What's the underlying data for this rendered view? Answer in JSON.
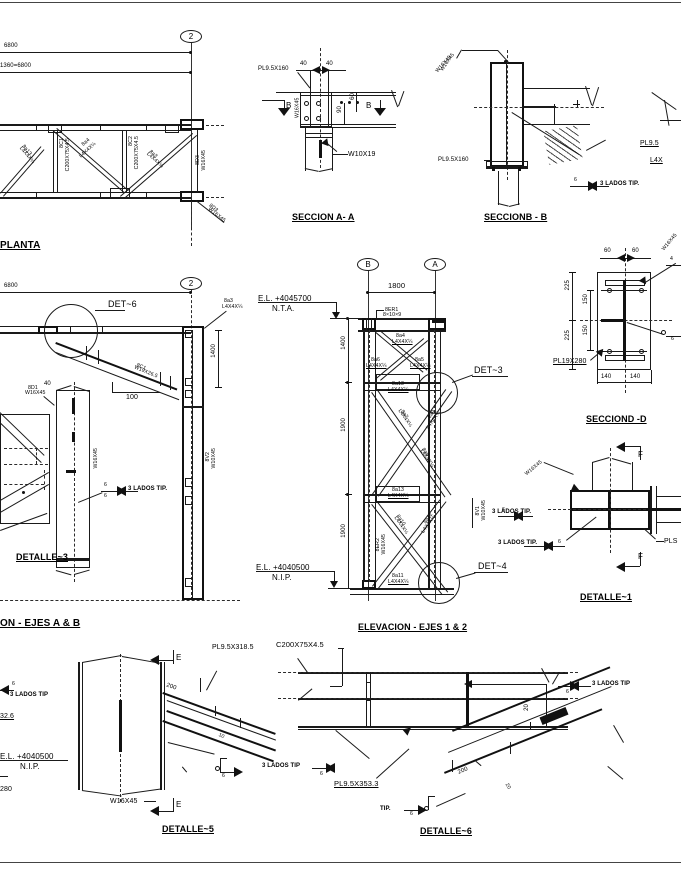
{
  "sheet": {
    "kind": "structural-steel-shop-drawing",
    "language": "es",
    "paper_color": "#ffffff",
    "ink_color": "#111111"
  },
  "views": [
    {
      "id": "planta",
      "title": "PLANTA"
    },
    {
      "id": "seccion_aa",
      "title": "SECCION A- A"
    },
    {
      "id": "seccion_bb",
      "title": "SECCIONB - B"
    },
    {
      "id": "seccion_dd",
      "title": "SECCIOND -D"
    },
    {
      "id": "elevacion_12",
      "title": "ELEVACION - EJES 1 & 2"
    },
    {
      "id": "elevacion_ab",
      "title": "ON - EJES A & B"
    },
    {
      "id": "detalle_1",
      "title": "DETALLE~1"
    },
    {
      "id": "detalle_3",
      "title": "DETALLE~3"
    },
    {
      "id": "detalle_5",
      "title": "DETALLE~5"
    },
    {
      "id": "detalle_6",
      "title": "DETALLE~6"
    }
  ],
  "grid_bubbles": [
    {
      "label": "2",
      "view": "planta-top"
    },
    {
      "label": "2",
      "view": "detalle3-top"
    },
    {
      "label": "B",
      "view": "elevacion-left"
    },
    {
      "label": "A",
      "view": "elevacion-right"
    }
  ],
  "dimensions": {
    "planta_overall": "6800",
    "planta_spacing": "1360=6800",
    "elevacion_span": "1800",
    "elevacion_bay1": "1400",
    "elevacion_bay2": "1900",
    "elevacion_bay3": "1900",
    "detalle3_overall": "6800",
    "detalle3_height": "1400",
    "detalle3_gap": "40",
    "detalle3_len": "100",
    "sec_aa_left": "40",
    "sec_aa_right": "40",
    "sec_aa_v1": "60",
    "sec_aa_v2": "90",
    "sec_dd_top_l": "60",
    "sec_dd_top_r": "60",
    "sec_dd_225_top": "225",
    "sec_dd_150_top": "150",
    "sec_dd_150_bot": "150",
    "sec_dd_225_bot": "225",
    "sec_dd_140_l": "140",
    "sec_dd_140_r": "140",
    "det5_200": "200",
    "det5_10": "10",
    "det6_20a": "20",
    "det6_20b": "20",
    "det6_200": "200"
  },
  "elevations": [
    {
      "value": "E.L. +4045700",
      "note": "N.T.A."
    },
    {
      "value": "E.L. +4040500",
      "note": "N.I.P."
    },
    {
      "value": "E.L. +4040500",
      "note": "N.I.P."
    }
  ],
  "callouts": [
    {
      "label": "DET~6",
      "view": "detalle_3"
    },
    {
      "label": "DET~3",
      "view": "elevacion_12"
    },
    {
      "label": "DET~4",
      "view": "elevacion_12"
    }
  ],
  "section_marks": [
    "A",
    "B",
    "B",
    "E",
    "E",
    "F",
    "F"
  ],
  "members": {
    "planta": [
      {
        "tag": "8C1",
        "section": "C200X75X4.5"
      },
      {
        "tag": "8C2",
        "section": "C200X75X4.5"
      },
      {
        "tag": "8a3",
        "section": "L4X4X¼"
      },
      {
        "tag": "8a4",
        "section": "L4X4X¼"
      },
      {
        "tag": "8a13",
        "section": "L4X4X¼"
      },
      {
        "tag": "8D3",
        "section": "W16X45"
      }
    ],
    "elevacion": [
      {
        "tag": "8ER1",
        "section": "8×10×9"
      },
      {
        "tag": "8ER2",
        "section": "W16X45"
      },
      {
        "tag": "8a4",
        "section": "L4X4X¼"
      },
      {
        "tag": "8a5",
        "section": "L4X4X¼"
      },
      {
        "tag": "8a6",
        "section": "L4X4X¼"
      },
      {
        "tag": "8a7",
        "section": "L4X4X¼"
      },
      {
        "tag": "8a8",
        "section": "L4X4X¼"
      },
      {
        "tag": "8a9",
        "section": "L4X4X¼"
      },
      {
        "tag": "8a10",
        "section": "L4X4X¼"
      },
      {
        "tag": "8a11",
        "section": "L4X4X¼"
      },
      {
        "tag": "8a12",
        "section": "L4X4X¼"
      },
      {
        "tag": "8a13",
        "section": "L4X4X¼"
      },
      {
        "tag": "8V1",
        "section": "W10X45"
      }
    ],
    "detalle_3": [
      {
        "tag": "8D1",
        "section": "W16X45"
      },
      {
        "tag": "8C1",
        "section": "W19X26.5"
      },
      {
        "tag": "8a3",
        "section": "L4X4X¼"
      },
      {
        "tag": "8V2",
        "section": "W10X45"
      }
    ]
  },
  "plate_labels": [
    "PL9.5X160",
    "PL9.5X160",
    "PL19X280",
    "PL9.5X318.5",
    "PL9.5X353.3",
    "PL9.5",
    "PLS"
  ],
  "shape_labels": [
    "W16X45",
    "W16X45",
    "W16X45",
    "W16X45",
    "W16X45",
    "W10X19",
    "W10X45",
    "W10X45",
    "C200X75X4.5",
    "L4X"
  ],
  "weld_notes": [
    {
      "size": "6",
      "text": "3 LADOS TIP."
    },
    {
      "size": "6",
      "text": "3 LADOS TIP."
    },
    {
      "size": "6",
      "text": "3 LADOS TIP."
    },
    {
      "size": "6",
      "text": "3 LADOS TIP."
    },
    {
      "size": "6",
      "text": "3 LADOS TIP."
    },
    {
      "size": "6",
      "text": "3 LADOS TIP"
    },
    {
      "size": "6",
      "text": "3 LADOS TIP"
    },
    {
      "size": "6",
      "text": "TIP."
    },
    {
      "size": "6",
      "text": ""
    }
  ],
  "misc_text": {
    "c200": "C200X75X4.5",
    "l4x": "L4X",
    "pl95": "PL9.5",
    "n280": "280",
    "n326": "32.6",
    "w16x45": "W16X45"
  }
}
